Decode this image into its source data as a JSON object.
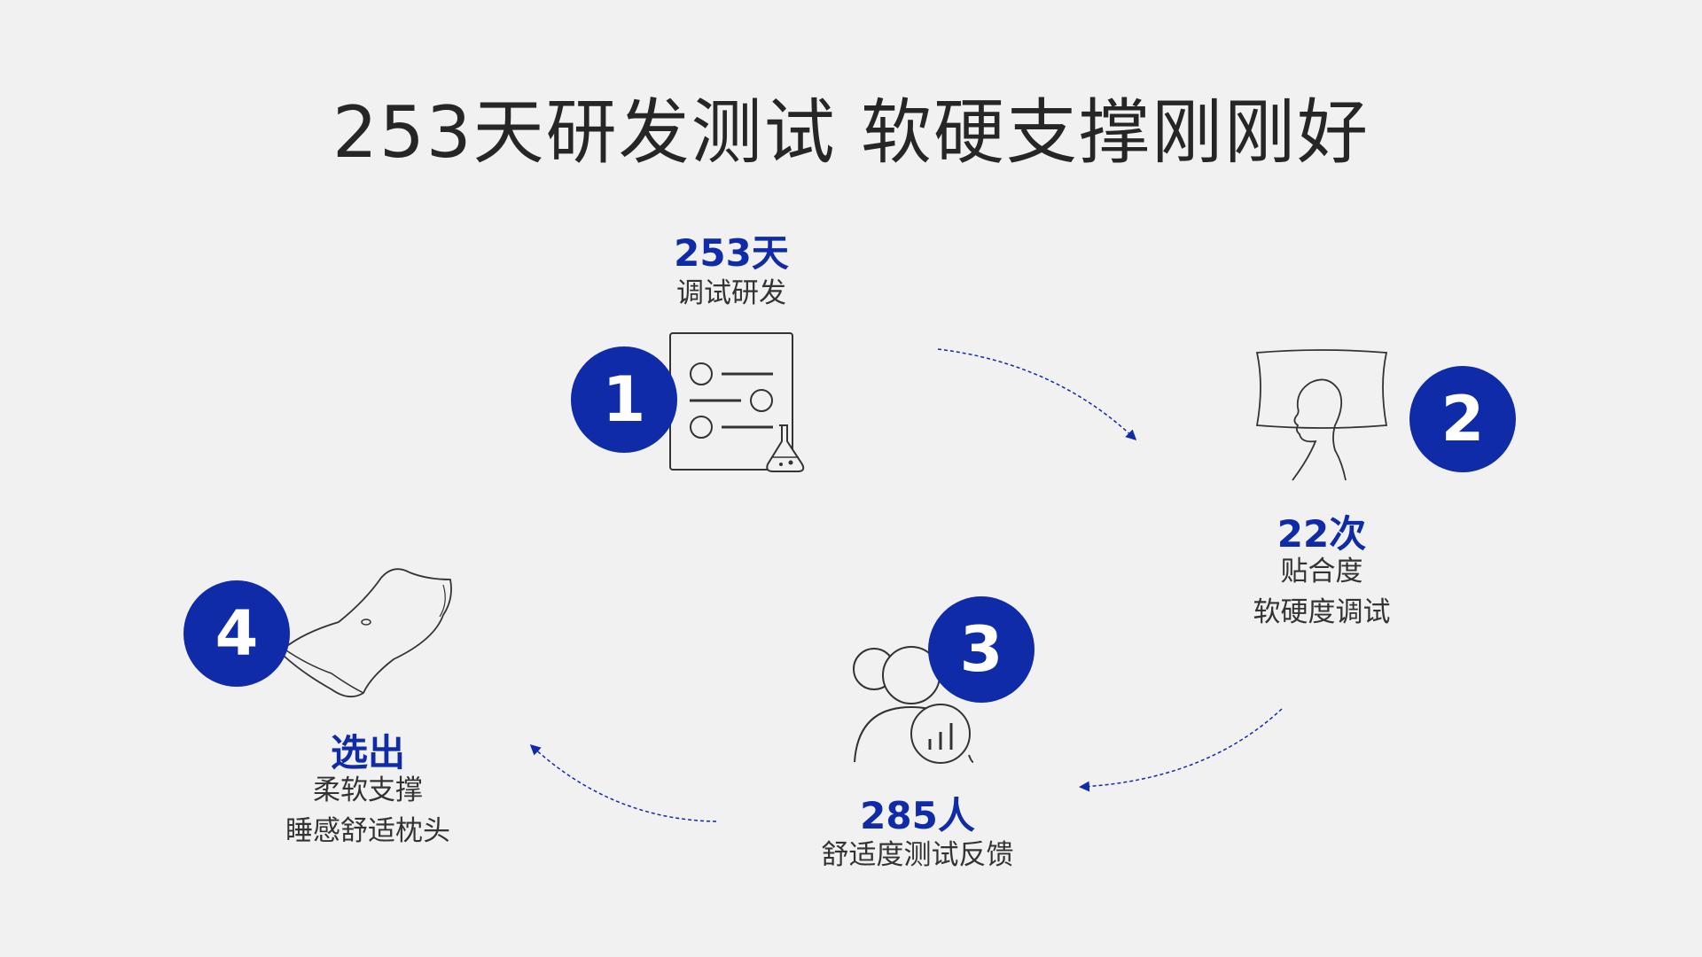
{
  "title": "253天研发测试 软硬支撑刚刚好",
  "accent_color": "#0f2ba8",
  "steps": [
    {
      "number": "1",
      "highlight": "253天",
      "lines": [
        "调试研发"
      ],
      "icon": "checklist-flask-icon"
    },
    {
      "number": "2",
      "highlight": "22次",
      "lines": [
        "贴合度",
        "软硬度调试"
      ],
      "icon": "head-on-pillow-icon"
    },
    {
      "number": "3",
      "highlight": "285人",
      "lines": [
        "舒适度测试反馈"
      ],
      "icon": "people-chart-icon"
    },
    {
      "number": "4",
      "highlight": "选出",
      "lines": [
        "柔软支撑",
        "睡感舒适枕头"
      ],
      "icon": "pillow-icon"
    }
  ]
}
